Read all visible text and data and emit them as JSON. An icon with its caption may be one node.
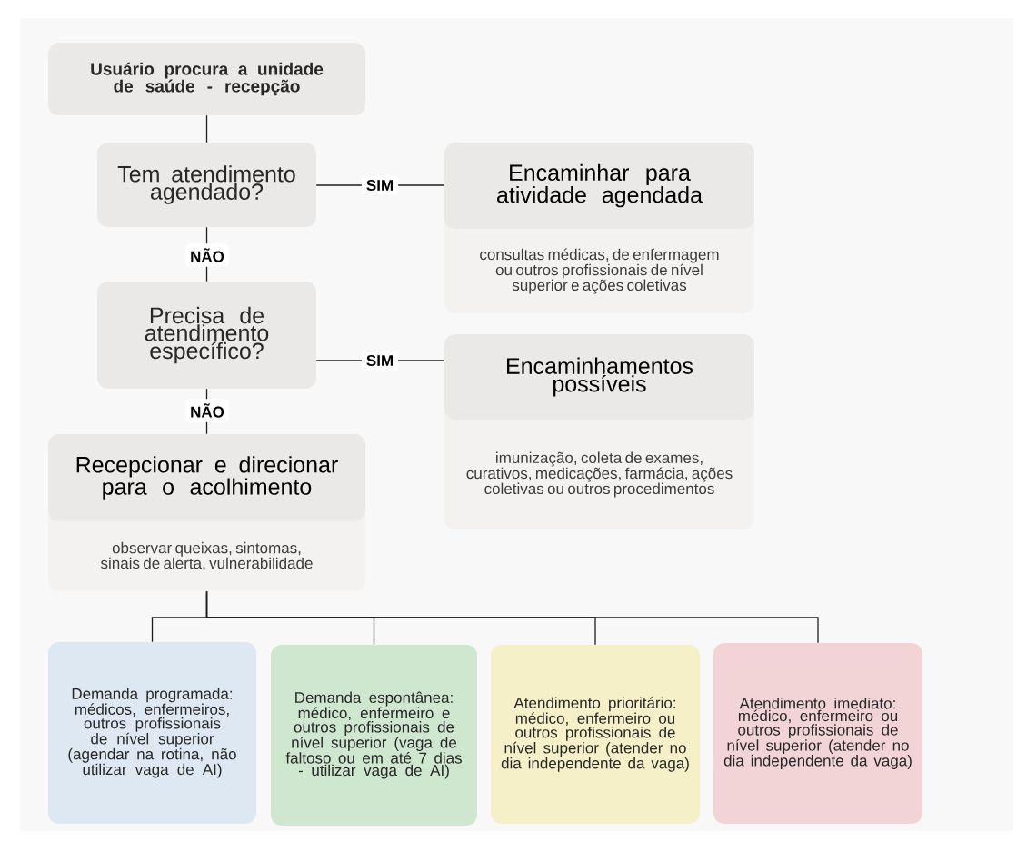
{
  "diagram": {
    "nodes": [
      {
        "text": [
          "Usuário procura a unidade de saúde - recepção"
        ]
      },
      {
        "text": [
          "Tem atendimento agendado?"
        ]
      },
      {
        "text": [
          "Encaminhar para atividade agendada",
          "consultas médicas, de enfermagem ou outros profissionais de nível superior e ações coletivas"
        ]
      },
      {
        "text": [
          "Precisa de atendimento específico?"
        ]
      },
      {
        "text": [
          "Encaminhamentos possíveis",
          "imunização, coleta de exames, curativos, medicações, farmácia, ações coletivas ou outros procedimentos"
        ]
      },
      {
        "text": [
          "Recepcionar e direcionar para o acolhimento",
          "observar queixas, sintomas, sinais de alerta, vulnerabilidade"
        ]
      },
      {
        "text": [
          "Demanda programada: médicos, enfermeiros, outros profissionais de nível superior (agendar na rotina, não utilizar vaga de AI)"
        ]
      },
      {
        "text": [
          "Demanda espontânea: médico, enfermeiro e outros profissionais de nível superior (vaga de faltoso ou em até 7 dias - utilizar vaga de AI)"
        ]
      },
      {
        "text": [
          "Atendimento prioritário: médico, enfermeiro ou outros profissionais de nível superior (atender no dia independente da vaga)"
        ]
      },
      {
        "text": [
          "Atendimento imediato: médico, enfermeiro ou outros profissionais de nível superior (atender no dia independente da vaga)"
        ]
      }
    ],
    "edges": [
      {
        "from": 0,
        "to": 1,
        "arrow": "none"
      },
      {
        "from": 1,
        "to": 2,
        "arrow": "none",
        "label": "SIM"
      },
      {
        "from": 1,
        "to": 3,
        "arrow": "none",
        "label": "NÃO"
      },
      {
        "from": 3,
        "to": 4,
        "arrow": "none",
        "label": "SIM"
      },
      {
        "from": 3,
        "to": 5,
        "arrow": "none",
        "label": "NÃO"
      },
      {
        "from": 5,
        "to": 6,
        "arrow": "none"
      },
      {
        "from": 5,
        "to": 7,
        "arrow": "none"
      },
      {
        "from": 5,
        "to": 8,
        "arrow": "none"
      },
      {
        "from": 5,
        "to": 9,
        "arrow": "none"
      }
    ]
  }
}
